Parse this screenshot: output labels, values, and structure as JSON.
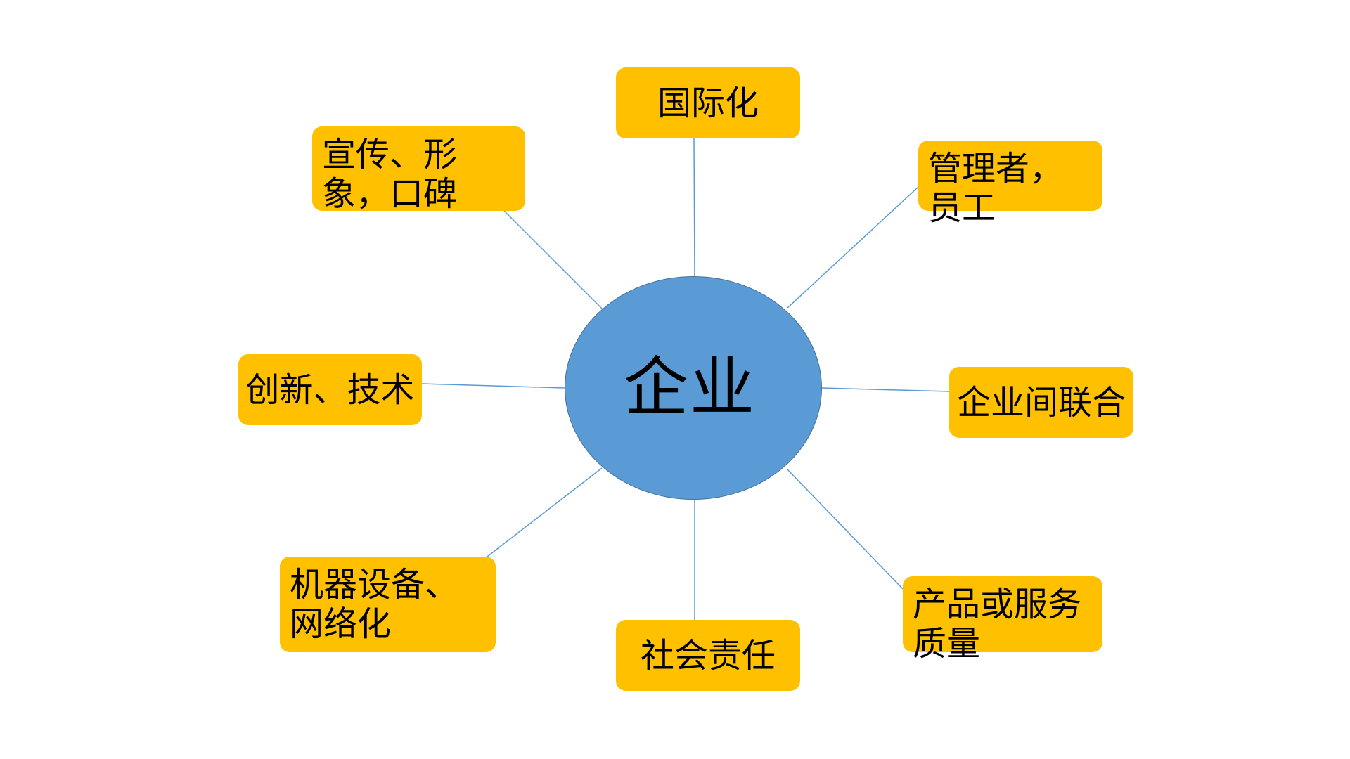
{
  "center": {
    "label": "企业",
    "fill": "#5b9bd5",
    "stroke": "#41719c"
  },
  "node_color": "#ffc000",
  "connector_color": "#5b9bd5",
  "nodes": [
    {
      "id": "top",
      "label": "国际化"
    },
    {
      "id": "top-left",
      "label": "宣传、形象，口碑"
    },
    {
      "id": "top-right",
      "label": "管理者，员工"
    },
    {
      "id": "left",
      "label": "创新、技术"
    },
    {
      "id": "right",
      "label": "企业间联合"
    },
    {
      "id": "bottom-left",
      "label": "机器设备、网络化"
    },
    {
      "id": "bottom",
      "label": "社会责任"
    },
    {
      "id": "bottom-right",
      "label": "产品或服务质量"
    }
  ]
}
